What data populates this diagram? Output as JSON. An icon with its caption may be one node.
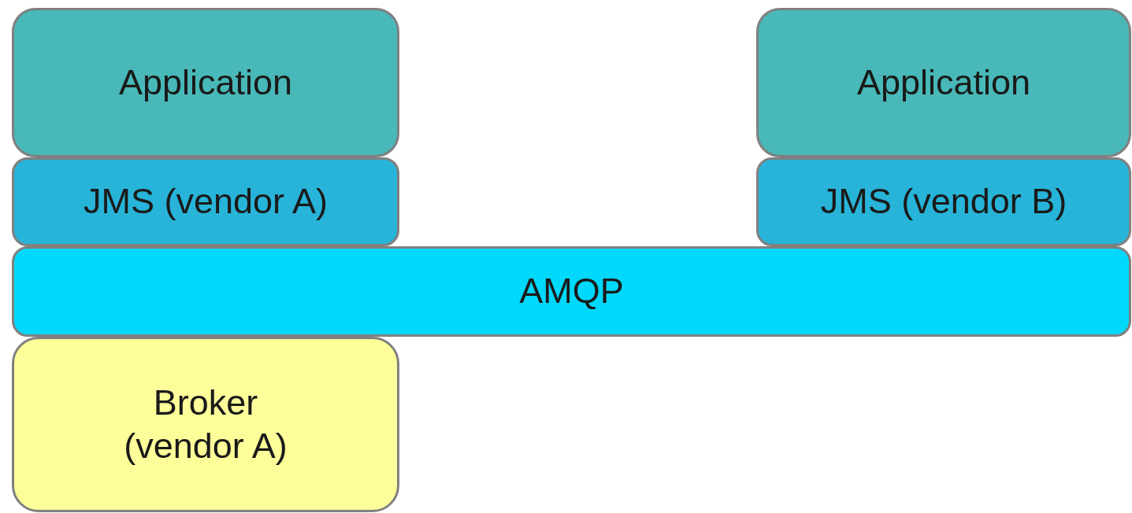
{
  "diagram": {
    "nodes": [
      {
        "text": [
          "Application"
        ]
      },
      {
        "text": [
          "Application"
        ]
      },
      {
        "text": [
          "JMS (vendor A)"
        ]
      },
      {
        "text": [
          "JMS (vendor B)"
        ]
      },
      {
        "text": [
          "AMQP"
        ]
      },
      {
        "text": [
          "Broker (vendor A)"
        ]
      }
    ]
  }
}
